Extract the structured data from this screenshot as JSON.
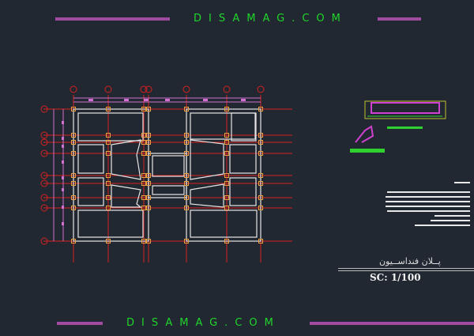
{
  "watermark": {
    "top": "DISAMAG.COM",
    "bottom": "DISAMAG.COM"
  },
  "title_block": {
    "title": "پــلان فنداســیون",
    "scale": "SC:  1/100"
  },
  "colors": {
    "background": "#222831",
    "grid": "#d62020",
    "footing": "#e6e6e6",
    "dimension": "#d070d0",
    "watermark": "#1fd62a",
    "bar": "#a04aa0"
  }
}
